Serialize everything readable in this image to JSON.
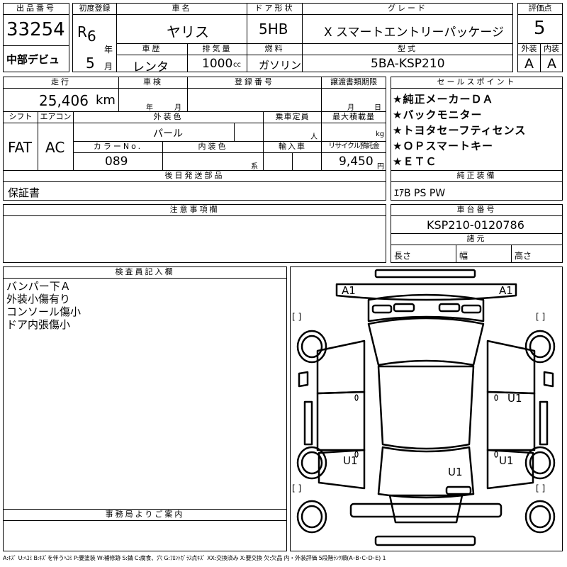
{
  "headers": {
    "lot_number": "出品番号",
    "first_registration": "初度登録",
    "model_name": "車名",
    "door_type": "ドア形状",
    "grade": "グレード",
    "score": "評価点",
    "history": "車歴",
    "displacement": "排気量",
    "fuel": "燃料",
    "model_code": "型式",
    "exterior": "外装",
    "interior": "内装",
    "mileage": "走行",
    "inspection": "車検",
    "registration_no": "登録番号",
    "transfer_docs": "譲渡書類期限",
    "selling_points": "セールスポイント",
    "shift": "シフト",
    "aircon": "エアコン",
    "exterior_color": "外装色",
    "capacity": "乗車定員",
    "max_load": "最大積載量",
    "color_no": "カラーNo.",
    "interior_color": "内装色",
    "import": "輸入車",
    "recycle": "リサイクル預託金",
    "later_parts": "後日発送部品",
    "genuine_equipment": "純正装備",
    "cautions": "注意事項欄",
    "chassis_no": "車台番号",
    "dimensions": "諸元",
    "inspector_notes": "検査員記入欄",
    "office_notice": "事務局よりご案内"
  },
  "lot": {
    "number": "33254",
    "venue": "中部デビュ"
  },
  "registration": {
    "era": "R",
    "year": "6",
    "year_unit": "年",
    "month": "5",
    "month_unit": "月"
  },
  "vehicle": {
    "name": "ヤリス",
    "door": "5HB",
    "grade": "X スマートエントリーパッケージ",
    "score": "5",
    "history": "レンタ",
    "displacement": "1000",
    "displacement_unit": "cc",
    "fuel": "ガソリン",
    "model_code": "5BA-KSP210",
    "exterior_grade": "A",
    "interior_grade": "A"
  },
  "details": {
    "mileage": "25,406",
    "mileage_unit": "km",
    "inspection_year_unit": "年",
    "inspection_month_unit": "月",
    "transfer_month_unit": "月",
    "transfer_day_unit": "日",
    "shift": "FAT",
    "aircon": "AC",
    "exterior_color": "パール",
    "capacity_unit": "人",
    "load_unit": "kg",
    "color_no": "089",
    "interior_color_unit": "系",
    "recycle_fee": "9,450",
    "recycle_unit": "円"
  },
  "selling_points": [
    "★純正メーカーＤＡ",
    "★バックモニター",
    "★トヨタセーフティセンス",
    "★ＯＰスマートキー",
    "★ＥＴＣ"
  ],
  "later_parts": "保証書",
  "equipment": "ｴｱB PS PW",
  "chassis_number": "KSP210-0120786",
  "dimensions": {
    "length": "長さ",
    "width": "幅",
    "height": "高さ"
  },
  "inspector_notes": [
    "バンパー下Ａ",
    "外装小傷有り",
    "コンソール傷小",
    "ドア内張傷小"
  ],
  "damage_marks": {
    "front_left": "A1",
    "front_right": "A1",
    "right_rear_door": "U1",
    "left_rear_wheel": "U1",
    "right_rear_wheel": "U1",
    "roof_rear": "U1",
    "bracket": "[   ]"
  },
  "legend": "A:ｷｽﾞ U:ﾍｺﾐ B:ｷｽﾞを伴うﾍｺﾐ P:要塗装 W:補修跡 S:錆 C:腐食、穴 G:ﾌﾛﾝﾄｶﾞﾗｽ点ｷｽﾞ XX:交換済み X:要交換 欠:欠品 内・外装評価 5段階ﾗﾝｸ順(A･B･C･D･E) 1"
}
